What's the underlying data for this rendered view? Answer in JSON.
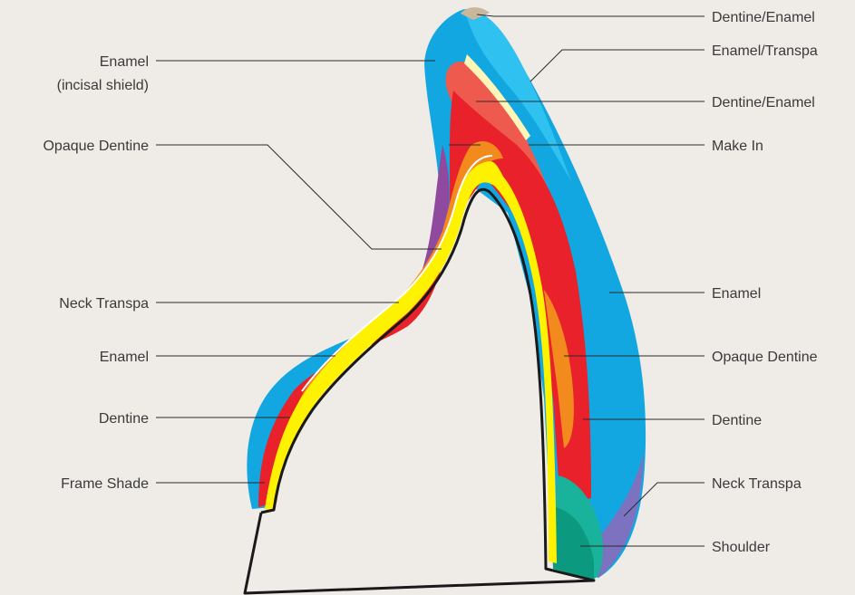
{
  "colors": {
    "background": "#efebe7",
    "enamel": "#12a7e0",
    "enamel_light": "#2fc1f0",
    "dentine_enamel": "#ef5a4f",
    "dentine": "#e8212b",
    "opaque_dentine": "#f28a1e",
    "make_in": "#fdf6b8",
    "frame_shade": "#fff200",
    "neck_transpa": "#8f4aa0",
    "neck_transpa_right": "#7c72c0",
    "shoulder": "#19b39c",
    "shoulder_dark": "#0b9a7f",
    "dentine_enamel_tip": "#c8b79b",
    "outline": "#1a1a1a"
  },
  "labels": {
    "left": {
      "enamel_incisal_line1": "Enamel",
      "enamel_incisal_line2": "(incisal shield)",
      "opaque_dentine": "Opaque Dentine",
      "neck_transpa": "Neck Transpa",
      "enamel": "Enamel",
      "dentine": "Dentine",
      "frame_shade": "Frame Shade"
    },
    "right": {
      "dentine_enamel_top": "Dentine/Enamel",
      "enamel_transpa": "Enamel/Transpa",
      "dentine_enamel": "Dentine/Enamel",
      "make_in": "Make In",
      "enamel": "Enamel",
      "opaque_dentine": "Opaque Dentine",
      "dentine": "Dentine",
      "neck_transpa": "Neck Transpa",
      "shoulder": "Shoulder"
    }
  }
}
